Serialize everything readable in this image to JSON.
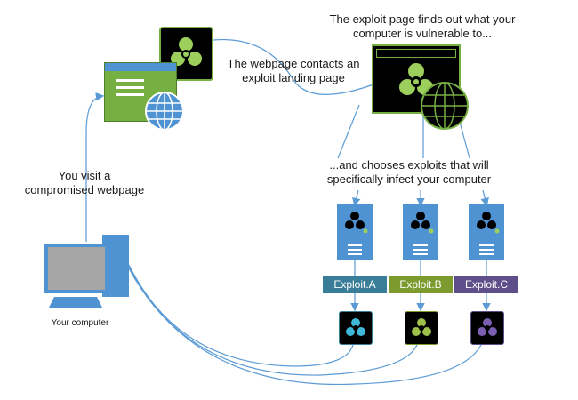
{
  "labels": {
    "visit": "You visit a\ncompromised webpage",
    "contacts": "The webpage contacts an\nexploit landing page",
    "finds": "The exploit page finds out what your\ncomputer is vulnerable to...",
    "chooses": "...and chooses exploits that will\nspecifically infect your computer",
    "your_computer": "Your computer"
  },
  "exploits": [
    {
      "name": "Exploit.A",
      "color": "#3a7d98",
      "icon_color": "#3fb8d8"
    },
    {
      "name": "Exploit.B",
      "color": "#7c9a2e",
      "icon_color": "#9cc04a"
    },
    {
      "name": "Exploit.C",
      "color": "#5e4f8a",
      "icon_color": "#7a5fb0"
    }
  ],
  "colors": {
    "blue": "#4f93d2",
    "green": "#76b043",
    "biohazard": "#9ccf5c",
    "line": "#5b9bd5"
  }
}
